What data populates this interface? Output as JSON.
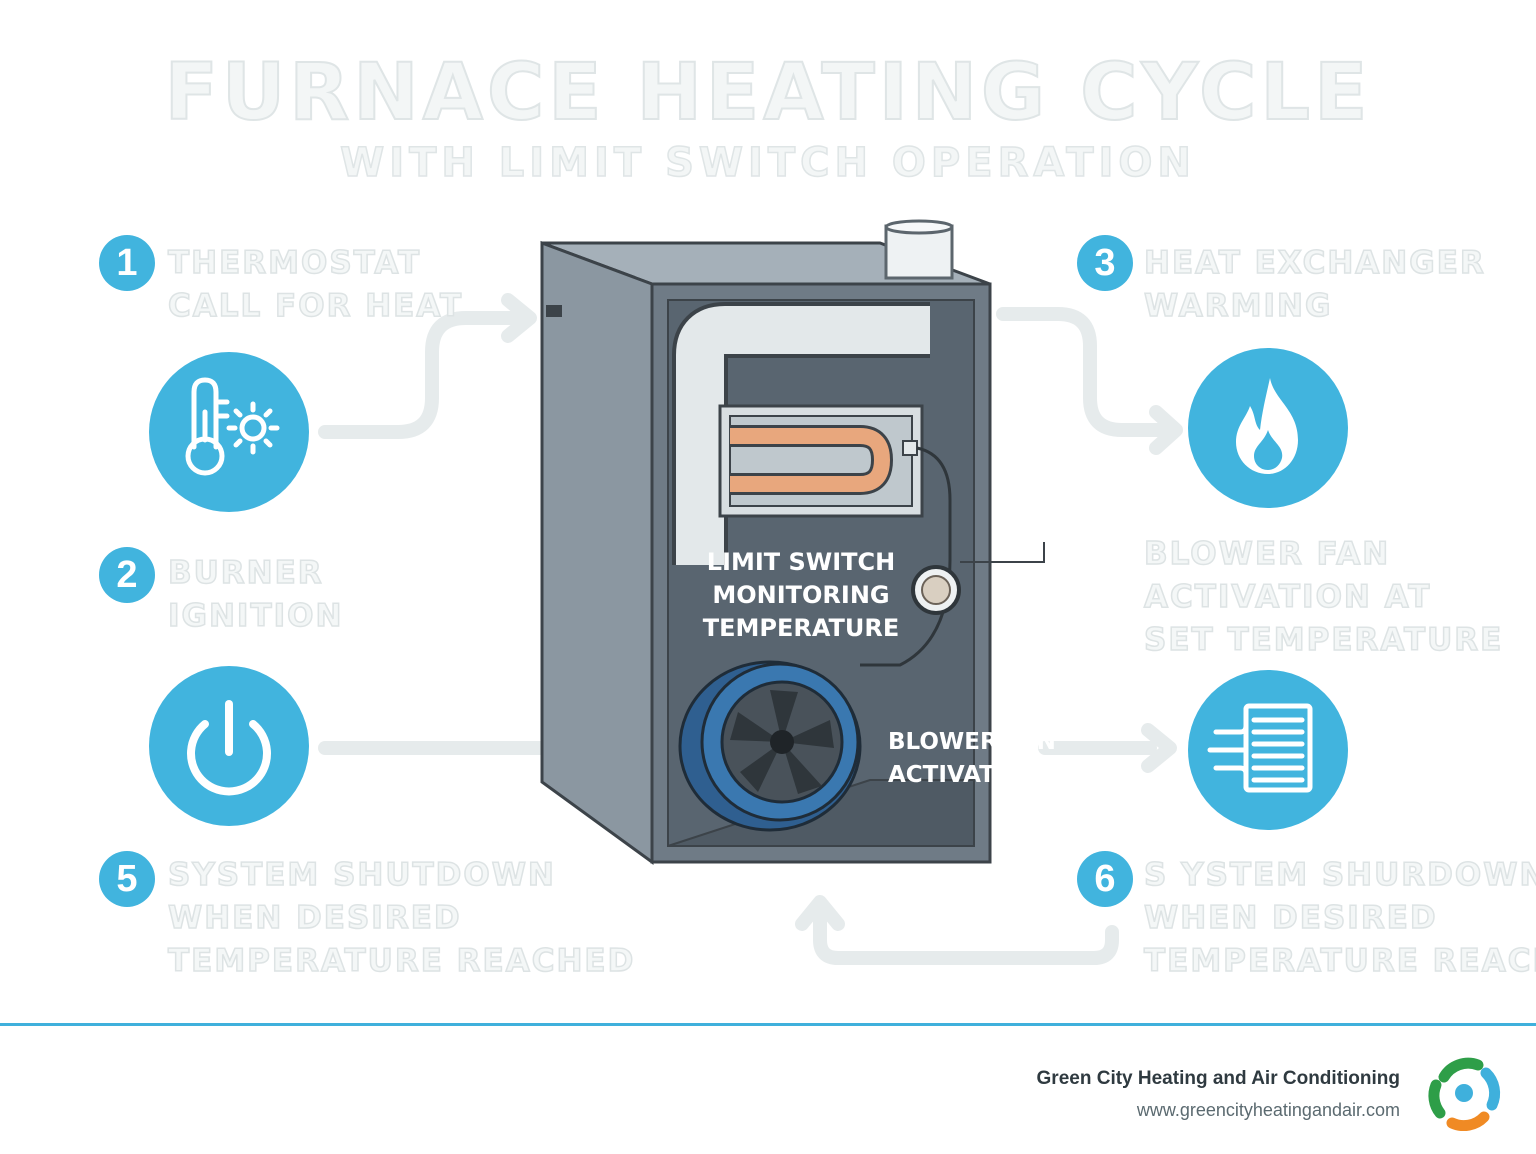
{
  "title": "Furnace Heating Cycle",
  "subtitle": "with Limit Switch Operation",
  "steps": [
    {
      "number": "1",
      "lines": [
        "THERMOSTAT",
        "CALL FOR HEAT"
      ],
      "icon": "thermometer-sun-icon"
    },
    {
      "number": "2",
      "lines": [
        "BURNER",
        "IGNITION"
      ],
      "icon": "power-icon"
    },
    {
      "number": "3",
      "lines": [
        "HEAT EXCHANGER",
        "WARMING"
      ],
      "icon": "flame-icon"
    },
    {
      "number": "",
      "lines": [
        "BLOWER FAN",
        "ACTIVATION AT",
        "SET TEMPERATURE"
      ],
      "icon": "air-vent-icon"
    },
    {
      "number": "5",
      "lines": [
        "SYSTEM SHUTDOWN",
        "WHEN DESIRED",
        "TEMPERATURE REACHED"
      ]
    },
    {
      "number": "6",
      "lines": [
        "S YSTEM SHURDOWN",
        "WHEN DESIRED",
        "TEMPERATURE REACHED"
      ]
    }
  ],
  "furnace_labels": {
    "limit_switch": [
      "LIMIT SWITCH",
      "MONITORING",
      "TEMPERATURE"
    ],
    "blower": [
      "BLOWER FAN",
      "ACTIVATION"
    ]
  },
  "footer": {
    "company": "Green City Heating and Air Conditioning",
    "website": "www.greencityheatingandair.com"
  },
  "colors": {
    "accent": "#41b4de",
    "furnace_body": "#7d8a95",
    "blower": "#3a78b0",
    "burner_tube": "#e8a77d"
  }
}
